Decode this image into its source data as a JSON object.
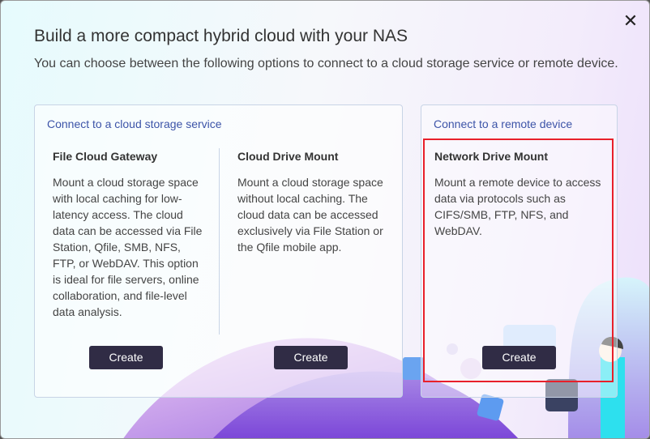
{
  "dialog": {
    "title": "Build a more compact hybrid cloud with your NAS",
    "subtitle": "You can choose between the following options to connect to a cloud storage service or remote device.",
    "close_icon": "close-icon"
  },
  "cloud_storage": {
    "heading": "Connect to a cloud storage service",
    "options": [
      {
        "title": "File Cloud Gateway",
        "description": "Mount a cloud storage space with local caching for low-latency access. The cloud data can be accessed via File Station, Qfile, SMB, NFS, FTP, or WebDAV. This option is ideal for file servers, online collaboration, and file-level data analysis.",
        "button": "Create"
      },
      {
        "title": "Cloud Drive Mount",
        "description": "Mount a cloud storage space without local caching. The cloud data can be accessed exclusively via File Station or the Qfile mobile app.",
        "button": "Create"
      }
    ]
  },
  "remote_device": {
    "heading": "Connect to a remote device",
    "options": [
      {
        "title": "Network Drive Mount",
        "description": "Mount a remote device to access data via protocols such as CIFS/SMB, FTP, NFS, and WebDAV.",
        "button": "Create"
      }
    ]
  },
  "colors": {
    "accent": "#3d54a8",
    "button": "#302c45",
    "highlight": "#e8202a"
  }
}
